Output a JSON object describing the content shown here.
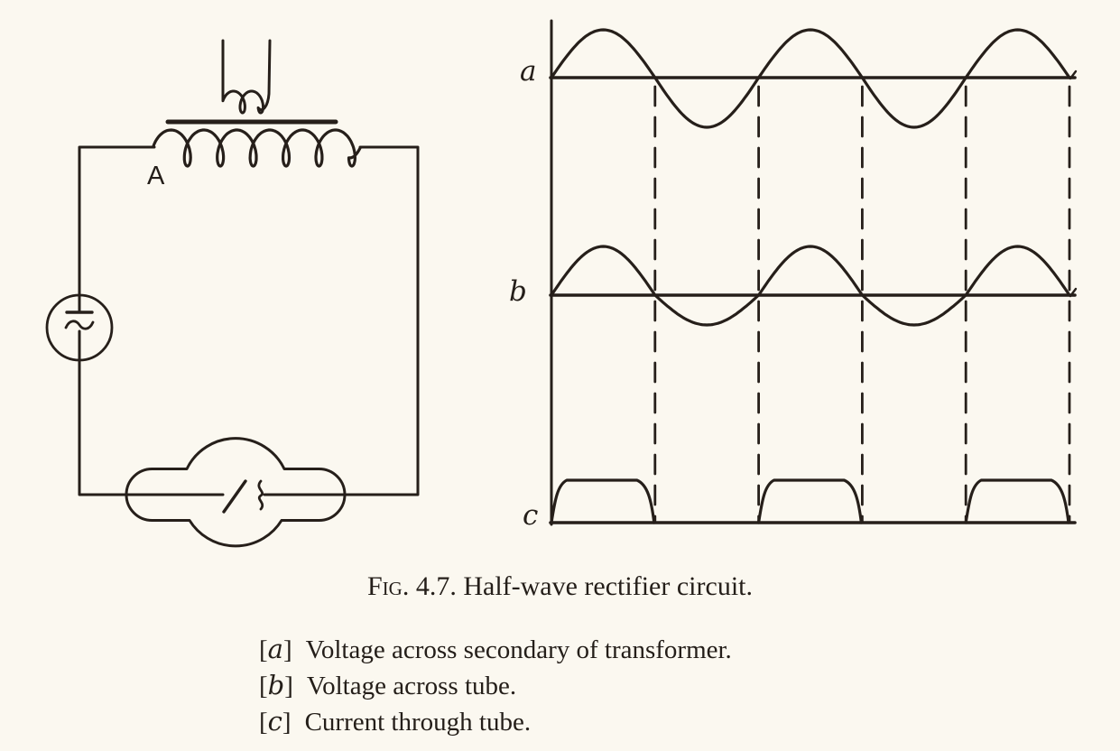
{
  "colors": {
    "ink": "#261f1a",
    "paper": "#fbf8f0"
  },
  "figure": {
    "caption": {
      "fig_label": "Fig.",
      "number": "4.7.",
      "title": "Half-wave rectifier circuit."
    },
    "legend_brackets": {
      "open": "[",
      "close": "]"
    },
    "legend": [
      {
        "key": "a",
        "text": "Voltage across secondary of transformer."
      },
      {
        "key": "b",
        "text": "Voltage across tube."
      },
      {
        "key": "c",
        "text": "Current through tube."
      }
    ]
  },
  "circuit": {
    "transformer_label": "A",
    "components": [
      "ac-source",
      "transformer",
      "diode-tube"
    ]
  },
  "chart_data": {
    "type": "line",
    "title": "Half-wave rectifier waveforms",
    "x_unit": "time",
    "cycles": 2.5,
    "grid": "dashed vertical lines at every half cycle",
    "legend_position": "below figure",
    "series": [
      {
        "label": "a",
        "description": "Voltage across secondary of transformer",
        "shape": "sine",
        "amplitude_pos": 1.0,
        "amplitude_neg": 1.0
      },
      {
        "label": "b",
        "description": "Voltage across tube",
        "shape": "sine",
        "amplitude_pos": 1.0,
        "amplitude_neg": 0.62
      },
      {
        "label": "c",
        "description": "Current through tube",
        "shape": "half-wave flat-top pulses",
        "pulse_on": "positive half-cycles",
        "amplitude": 0.87
      }
    ],
    "dashed_gridlines_at_cycles": [
      0.5,
      1.0,
      1.5,
      2.0,
      2.5
    ],
    "geometry": {
      "x_start": 611,
      "x_end": 1185,
      "axis_top_y": 23,
      "dash_top_y": 96,
      "dash_bottom_y": 578,
      "rows": {
        "a": {
          "axis_y": 86,
          "amp_pos": 53,
          "amp_neg": 55
        },
        "b": {
          "axis_y": 327,
          "amp_pos": 54,
          "amp_neg": 33
        },
        "c": {
          "base_y": 579,
          "pulse_height": 47,
          "edge_width": 17
        }
      }
    }
  }
}
